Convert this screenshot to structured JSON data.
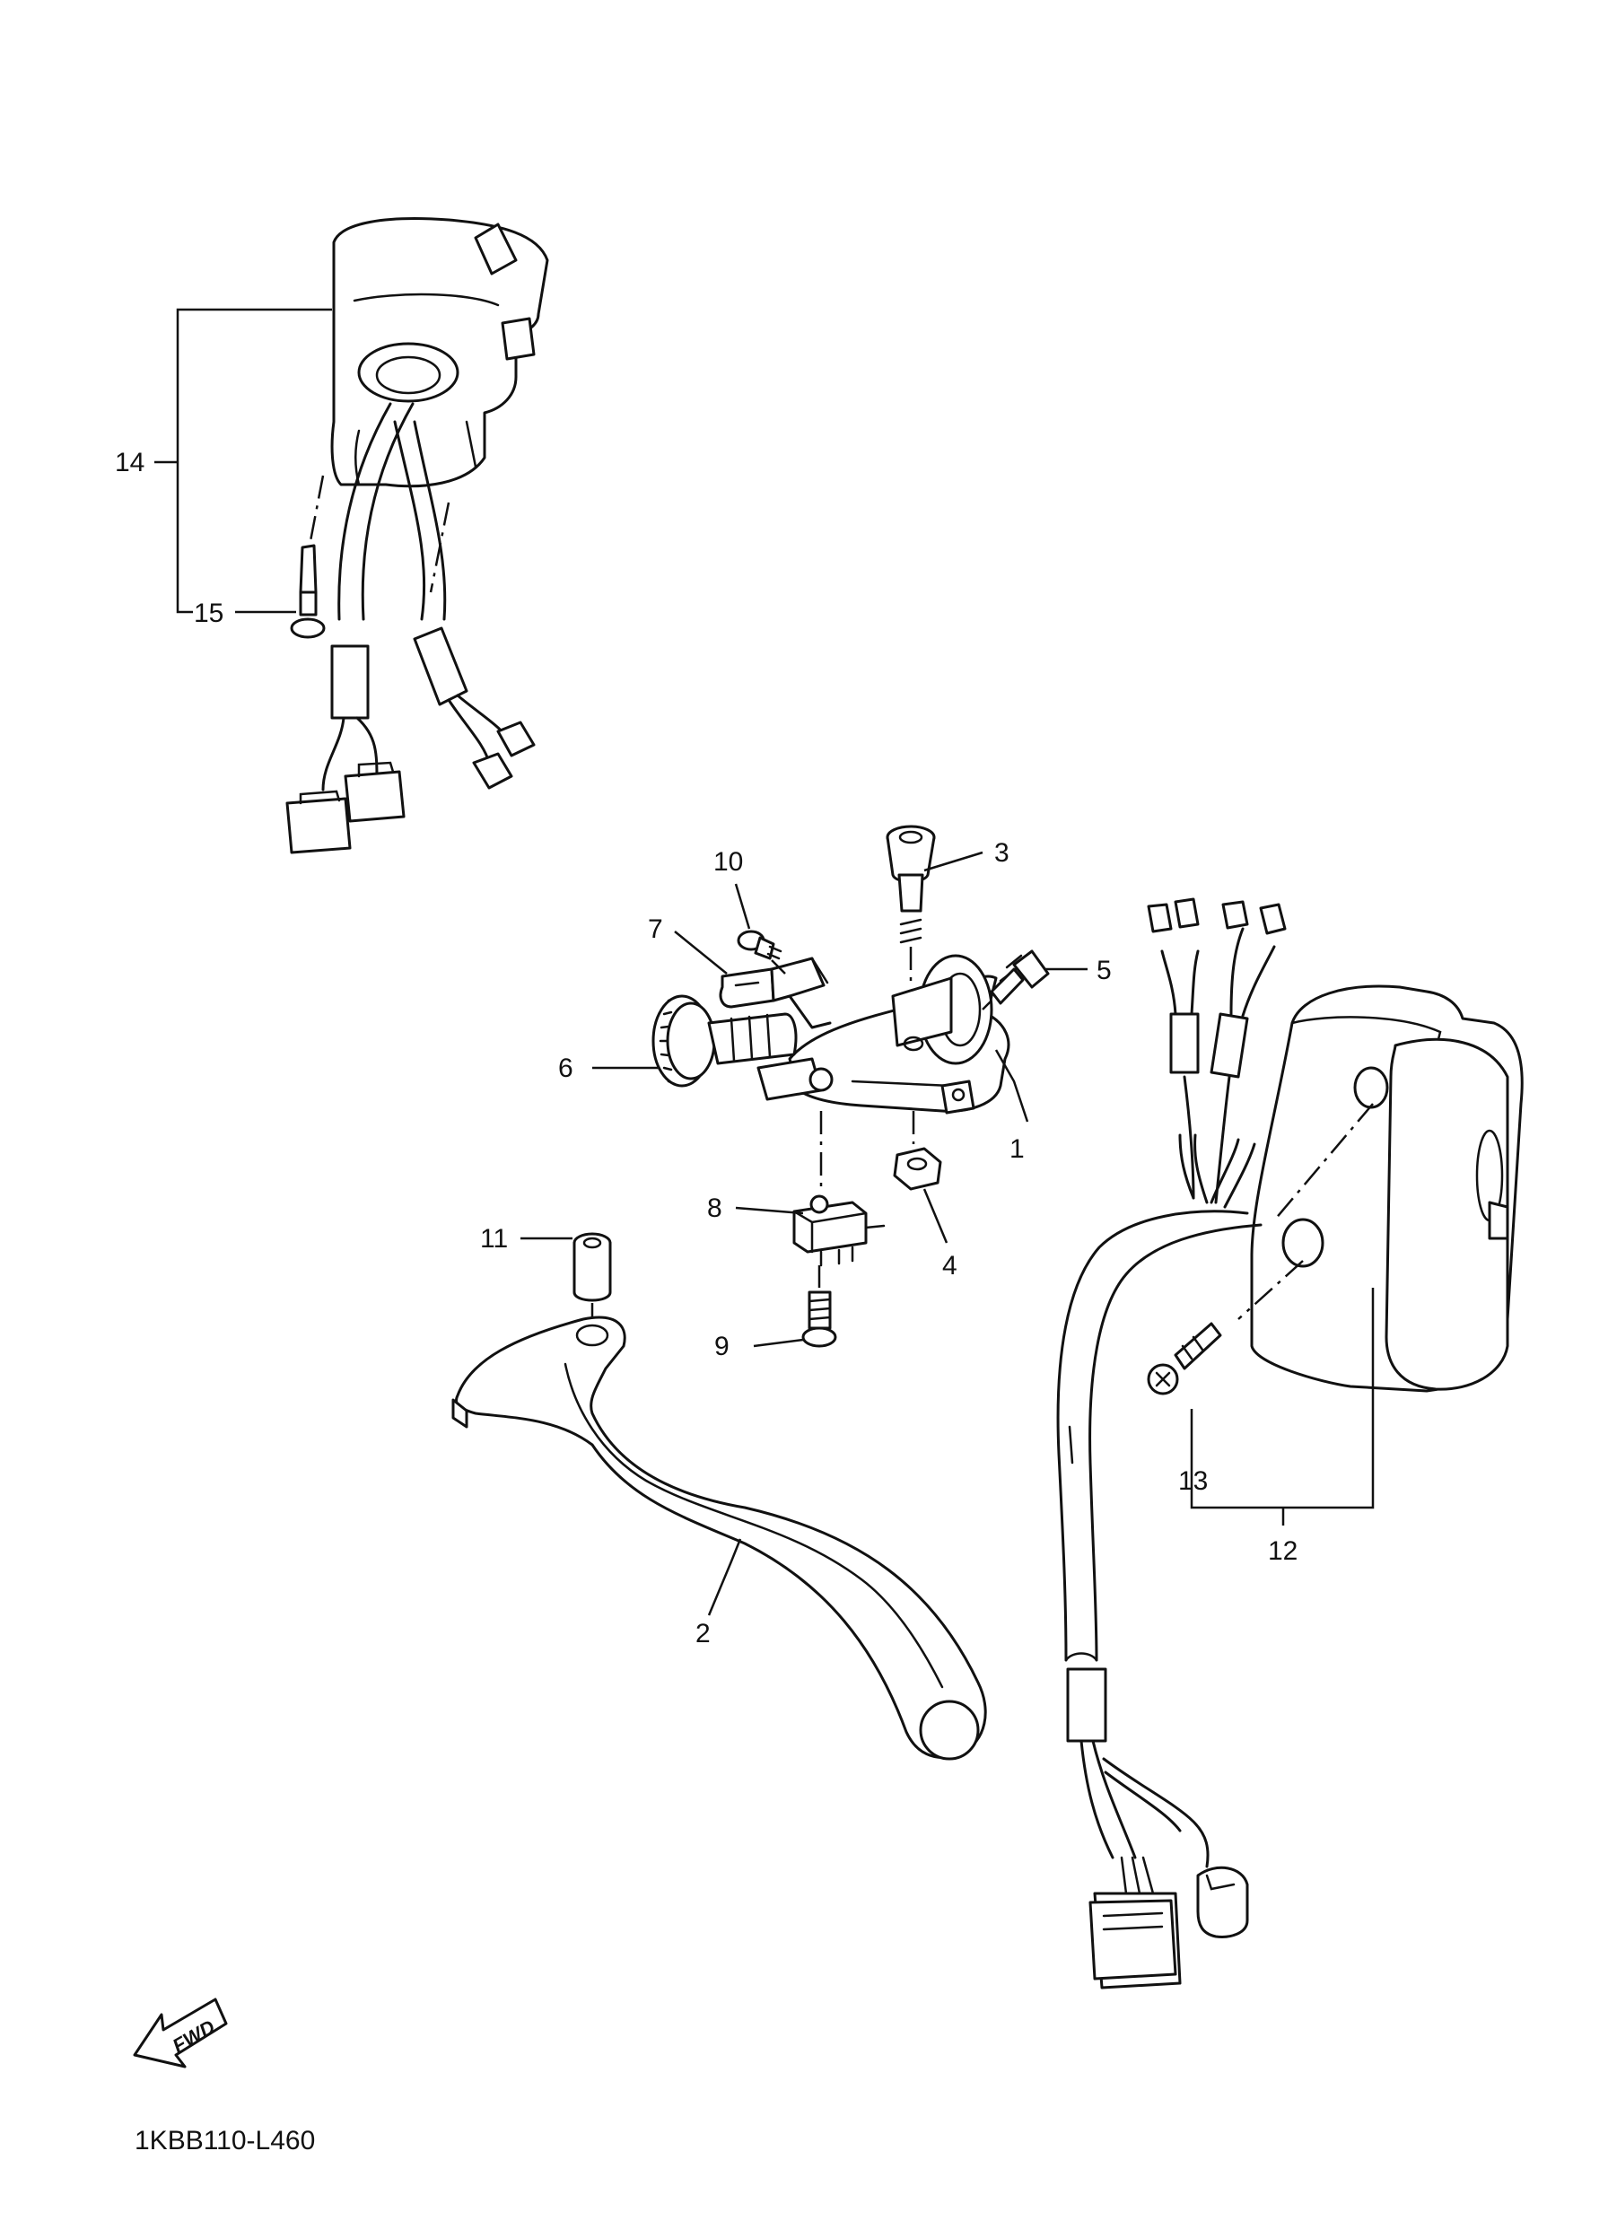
{
  "diagram_code": "1KBB110-L460",
  "fwd_label": "FWD",
  "callouts": {
    "c1": "1",
    "c2": "2",
    "c3": "3",
    "c4": "4",
    "c5": "5",
    "c6": "6",
    "c7": "7",
    "c8": "8",
    "c9a": "9",
    "c10": "10",
    "c11": "11",
    "c12": "12",
    "c13": "13",
    "c14": "14",
    "c15": "15"
  },
  "colors": {
    "line": "#111111",
    "background": "#ffffff"
  }
}
